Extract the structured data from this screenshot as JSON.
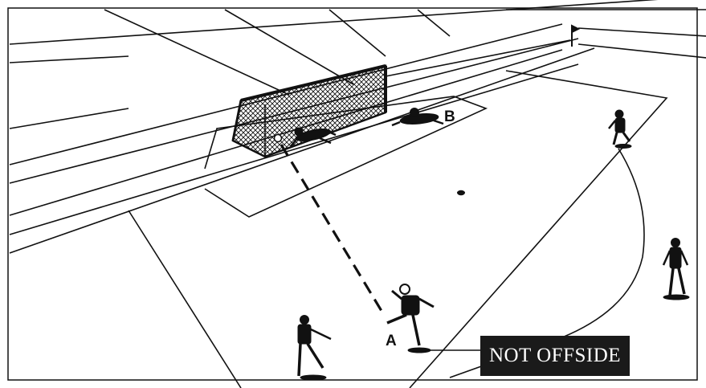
{
  "diagram": {
    "caption": "NOT OFFSIDE",
    "labels": {
      "attacker": "A",
      "defender": "B"
    },
    "colors": {
      "ink": "#111111",
      "paper": "#ffffff",
      "caption_bg": "#1a1a1a",
      "caption_text": "#ffffff"
    }
  }
}
